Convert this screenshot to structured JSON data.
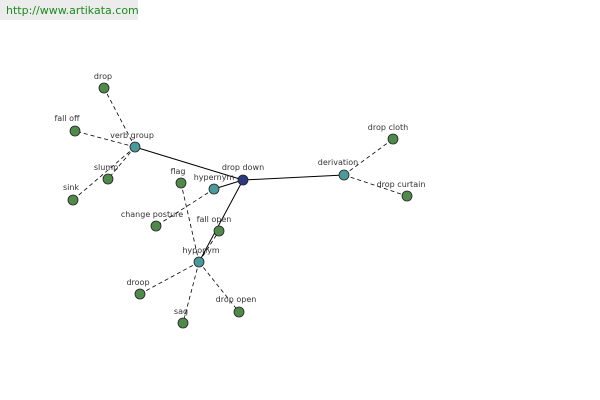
{
  "banner": {
    "url": "http://www.artikata.com"
  },
  "colors": {
    "center": "#2b3a7e",
    "relation": "#4a9a9a",
    "leaf": "#4f8a4b",
    "edge": "#000000"
  },
  "graph": {
    "nodes": [
      {
        "id": "drop_down",
        "label": "drop down",
        "kind": "center"
      },
      {
        "id": "verb_group",
        "label": "verb group",
        "kind": "relation"
      },
      {
        "id": "derivation",
        "label": "derivation",
        "kind": "relation"
      },
      {
        "id": "hypernym",
        "label": "hypernym",
        "kind": "relation"
      },
      {
        "id": "hyponym",
        "label": "hyponym",
        "kind": "relation"
      },
      {
        "id": "drop",
        "label": "drop",
        "kind": "leaf"
      },
      {
        "id": "fall_off",
        "label": "fall off",
        "kind": "leaf"
      },
      {
        "id": "slump",
        "label": "slump",
        "kind": "leaf"
      },
      {
        "id": "sink",
        "label": "sink",
        "kind": "leaf"
      },
      {
        "id": "flag",
        "label": "flag",
        "kind": "leaf"
      },
      {
        "id": "change_posture",
        "label": "change posture",
        "kind": "leaf"
      },
      {
        "id": "fall_open",
        "label": "fall open",
        "kind": "leaf"
      },
      {
        "id": "droop",
        "label": "droop",
        "kind": "leaf"
      },
      {
        "id": "sag",
        "label": "sag",
        "kind": "leaf"
      },
      {
        "id": "drop_open",
        "label": "drop open",
        "kind": "leaf"
      },
      {
        "id": "drop_cloth",
        "label": "drop cloth",
        "kind": "leaf"
      },
      {
        "id": "drop_curtain",
        "label": "drop curtain",
        "kind": "leaf"
      }
    ],
    "edges": [
      {
        "from": "drop_down",
        "to": "verb_group",
        "style": "solid"
      },
      {
        "from": "drop_down",
        "to": "derivation",
        "style": "solid"
      },
      {
        "from": "drop_down",
        "to": "hypernym",
        "style": "solid"
      },
      {
        "from": "drop_down",
        "to": "hyponym",
        "style": "solid"
      },
      {
        "from": "verb_group",
        "to": "drop",
        "style": "dashed"
      },
      {
        "from": "verb_group",
        "to": "fall_off",
        "style": "dashed"
      },
      {
        "from": "verb_group",
        "to": "slump",
        "style": "dashed"
      },
      {
        "from": "verb_group",
        "to": "sink",
        "style": "dashed"
      },
      {
        "from": "hypernym",
        "to": "change_posture",
        "style": "dashed"
      },
      {
        "from": "hyponym",
        "to": "flag",
        "style": "dashed"
      },
      {
        "from": "hyponym",
        "to": "fall_open",
        "style": "dashed"
      },
      {
        "from": "hyponym",
        "to": "droop",
        "style": "dashed"
      },
      {
        "from": "hyponym",
        "to": "sag",
        "style": "dashed"
      },
      {
        "from": "hyponym",
        "to": "drop_open",
        "style": "dashed"
      },
      {
        "from": "derivation",
        "to": "drop_cloth",
        "style": "dashed"
      },
      {
        "from": "derivation",
        "to": "drop_curtain",
        "style": "dashed"
      }
    ]
  }
}
